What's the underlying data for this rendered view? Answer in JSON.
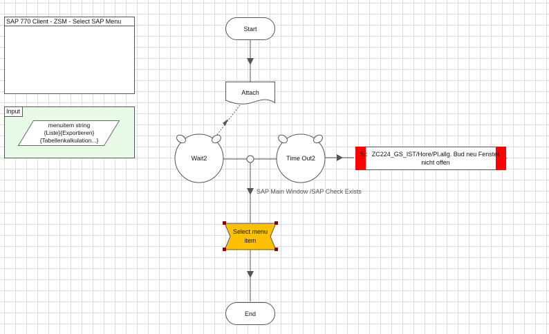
{
  "title_panel": {
    "title": "SAP 770 Client - ZSM - Select SAP Menu"
  },
  "input_panel": {
    "title": "Input",
    "parameter_lines": [
      "menuitem string",
      "{Liste}{Exportieren}",
      "{Tabellenkalkulation...}"
    ]
  },
  "nodes": {
    "start": "Start",
    "attach": "Attach",
    "wait": "Wait2",
    "timeout": "Time Out2",
    "error_short": "Sc",
    "error_lines": [
      "ZC224_GS_IST/Hore/Pl.allg. Bud neu Fenster",
      "nicht offen"
    ],
    "select_lines": [
      "Select menu",
      "item"
    ],
    "end": "End"
  },
  "edge_labels": {
    "main_path": "SAP Main Window /SAP Check Exists"
  },
  "colors": {
    "grid": "#dcdcdc",
    "input_bg": "#e8fbe6",
    "select_fill": "#ffc000",
    "error_bar": "#ff0000",
    "line": "#555555",
    "handle": "#8b0000"
  }
}
